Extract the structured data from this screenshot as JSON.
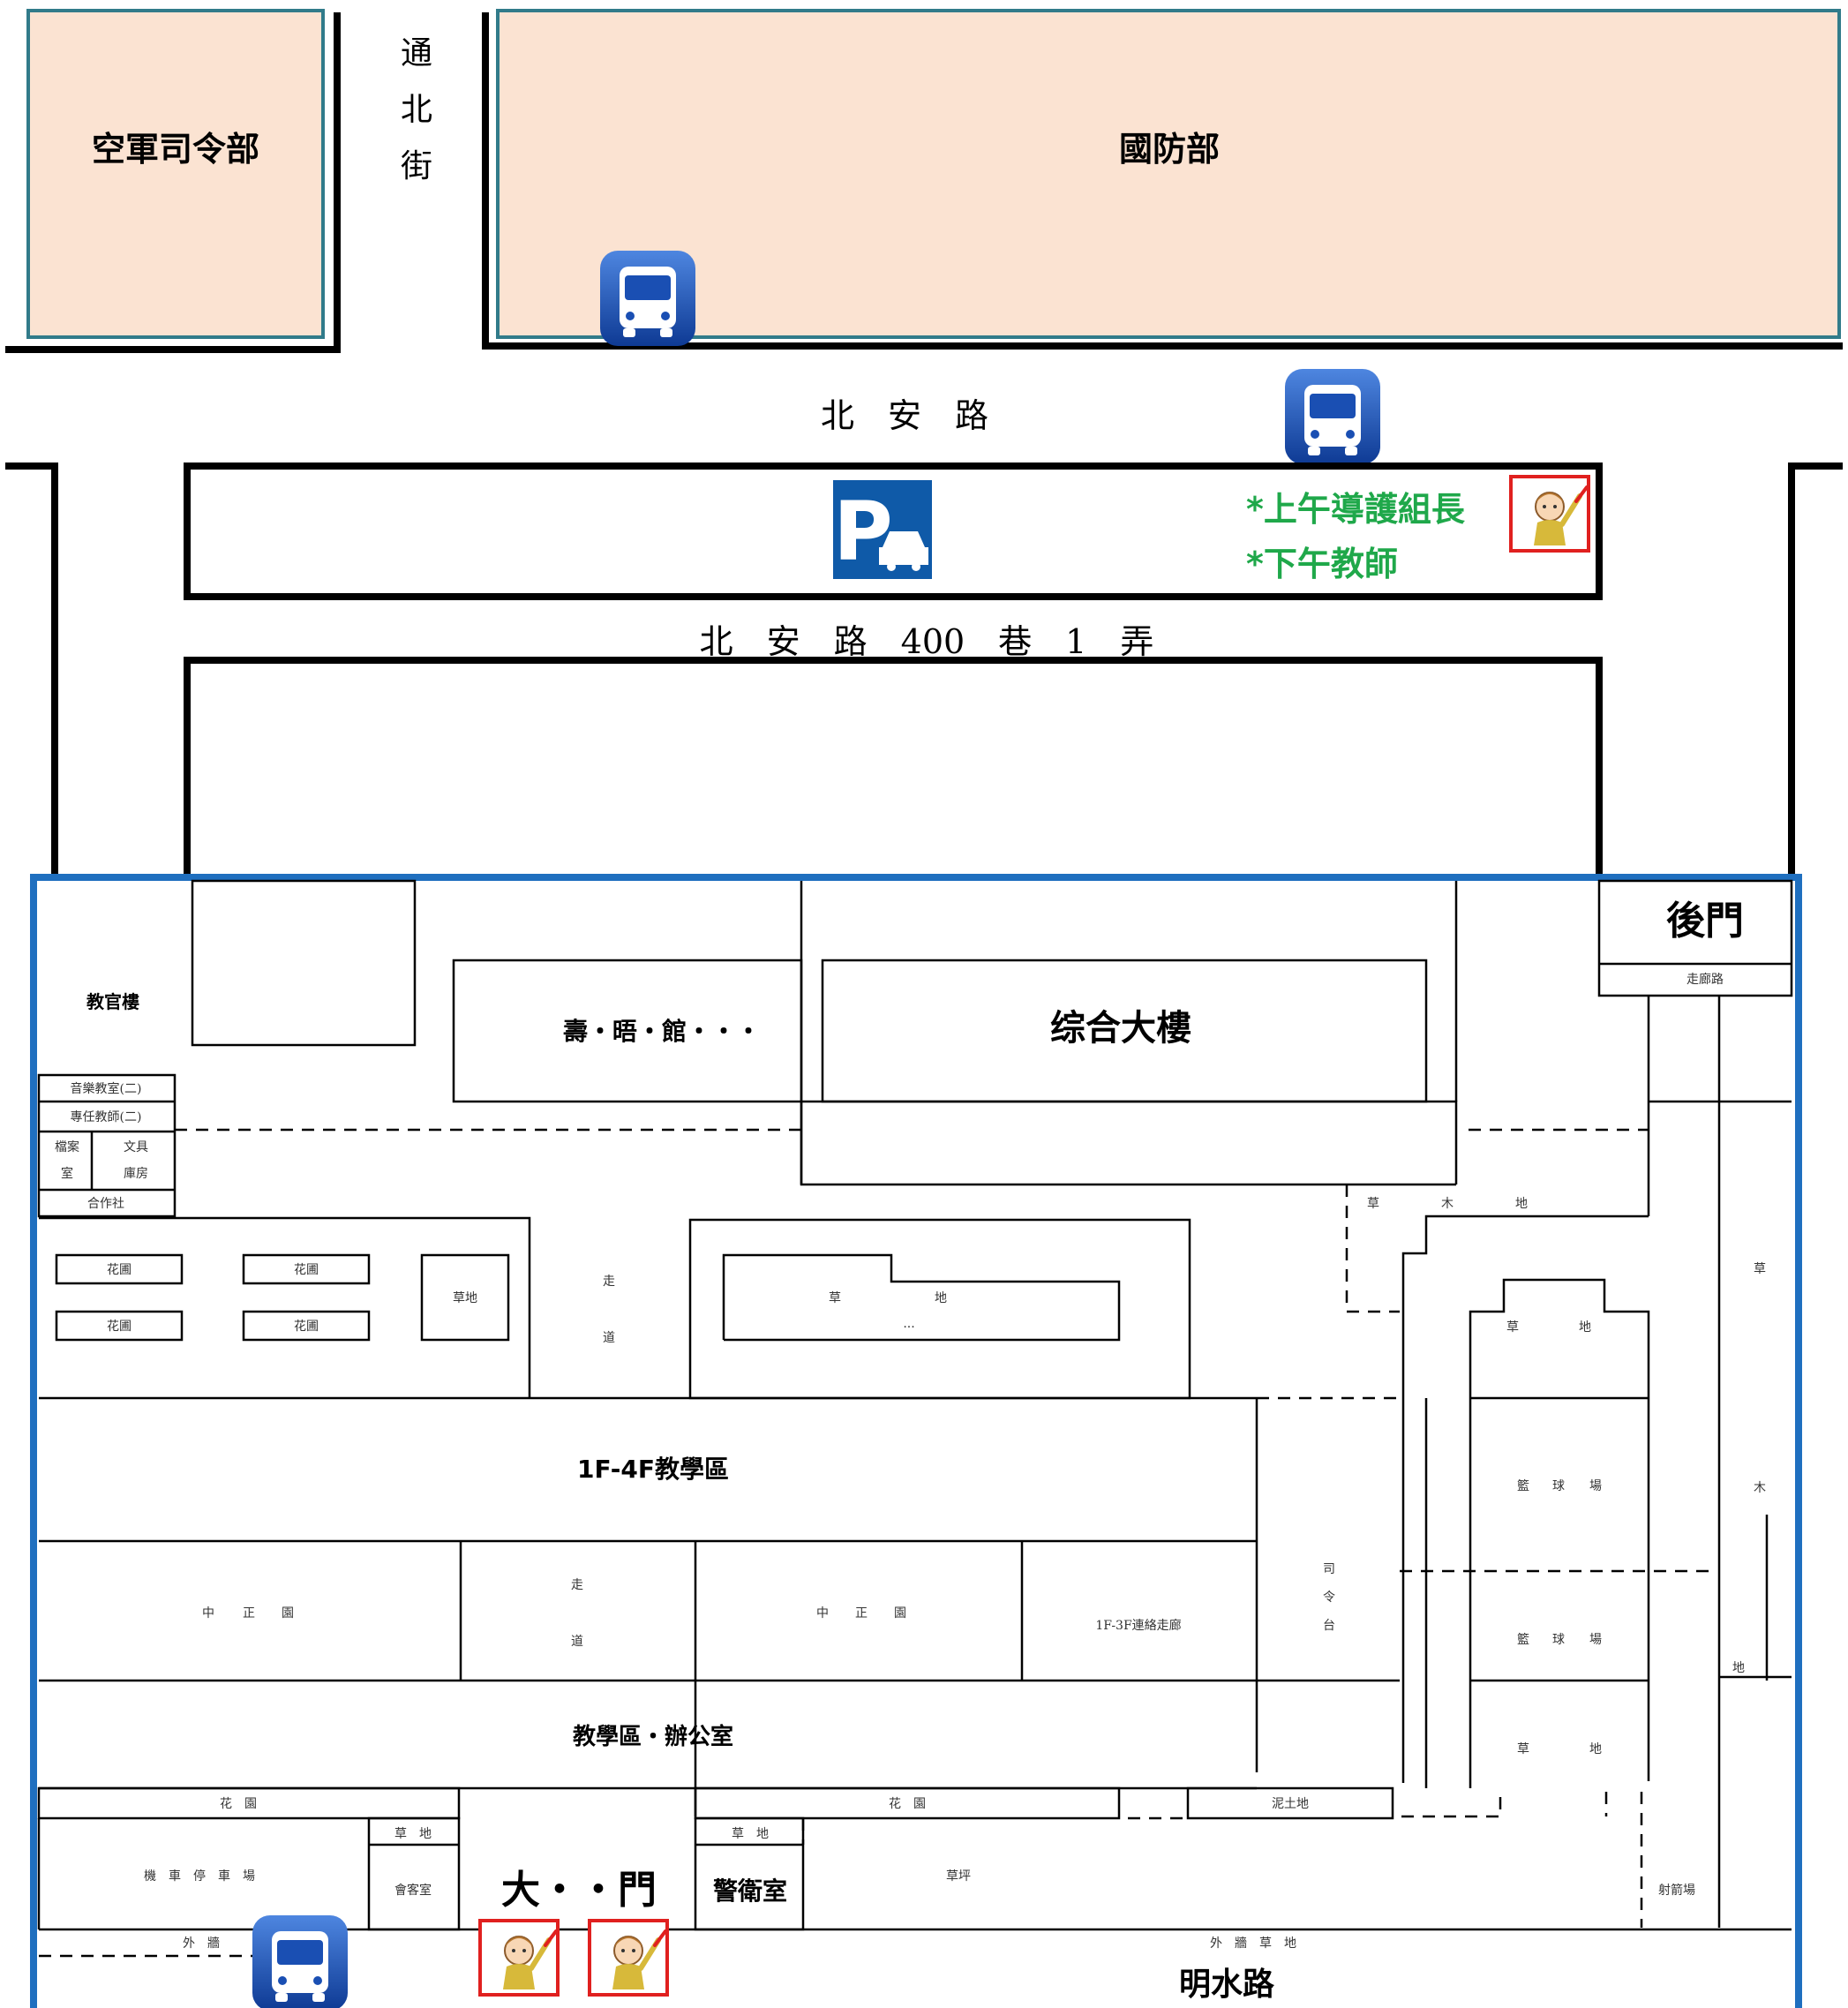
{
  "top": {
    "air_force_hq": "空軍司令部",
    "ministry_of_defense": "國防部",
    "tongbei_street": [
      "通",
      "北",
      "街"
    ],
    "bei_an_road": "北　安　路",
    "lane": "北　安　路　400　巷　1　弄"
  },
  "guard_notes": [
    "*上午導護組長",
    "*下午教師"
  ],
  "campus": {
    "back_gate": "後門",
    "back_corridor": "走廊路",
    "teacher_building": "教官樓",
    "sports_hall": "壽・晤・館・・・",
    "general_building": "综合大樓",
    "music_room": "音樂教室(二)",
    "teachers_office_2": "專任教師(二)",
    "archive_room": [
      "檔案",
      "室"
    ],
    "stationery_room": [
      "文具",
      "庫房"
    ],
    "co_op": "合作社",
    "flower_beds": [
      "花圃",
      "花圃",
      "花圃",
      "花圃"
    ],
    "lawn_small": "草地",
    "walkway_1": [
      "走",
      "道"
    ],
    "lawn_center": [
      "草",
      "地"
    ],
    "lawn_center_dots": "...",
    "grass_wood_top": [
      "草",
      "木",
      "地"
    ],
    "teaching_zone_1f4f": "1F-4F教學區",
    "courtyard_left": [
      "中",
      "正",
      "園"
    ],
    "walkway_2": [
      "走",
      "道"
    ],
    "courtyard_mid": [
      "中",
      "正",
      "園"
    ],
    "corridor_1f3f": "1F-3F連絡走廊",
    "podium": [
      "司",
      "令",
      "台"
    ],
    "basketball_1": [
      "籃",
      "球",
      "場"
    ],
    "basketball_2": [
      "籃",
      "球",
      "場"
    ],
    "lawn_right_top": [
      "草",
      "地"
    ],
    "lawn_right_bottom": [
      "草",
      "地"
    ],
    "grass_wood_right": [
      "草",
      "木",
      "地"
    ],
    "teaching_office": "教學區・辦公室",
    "flower_bed_left": "花　園",
    "flower_bed_mid": "花　園",
    "mud_ground": "泥土地",
    "lawn_gate": "草　地",
    "lawn_guard": "草　地",
    "motorcycle_parking": "機　車　停　車　場",
    "reception_room": "會客室",
    "main_gate": "大・・門",
    "guard_room": "警衛室",
    "lawn_field": "草坪",
    "shooting_range": "射箭場",
    "outer_wall_left": "外　牆",
    "outer_wall_right": "外　牆　草　地",
    "ming_shui_road": "明水路"
  },
  "icons": {
    "bus": "bus-stop-icon",
    "parking": "parking-icon",
    "guard": "crossing-guard-icon"
  },
  "colors": {
    "building_fill": "#FBE3D2",
    "building_border": "#317B8A",
    "campus_border": "#1F6FBF",
    "bus_blue": "#1A4FB3",
    "parking_blue": "#0F5AA8",
    "note_green": "#1FA84A",
    "guard_frame": "#E0201F"
  }
}
